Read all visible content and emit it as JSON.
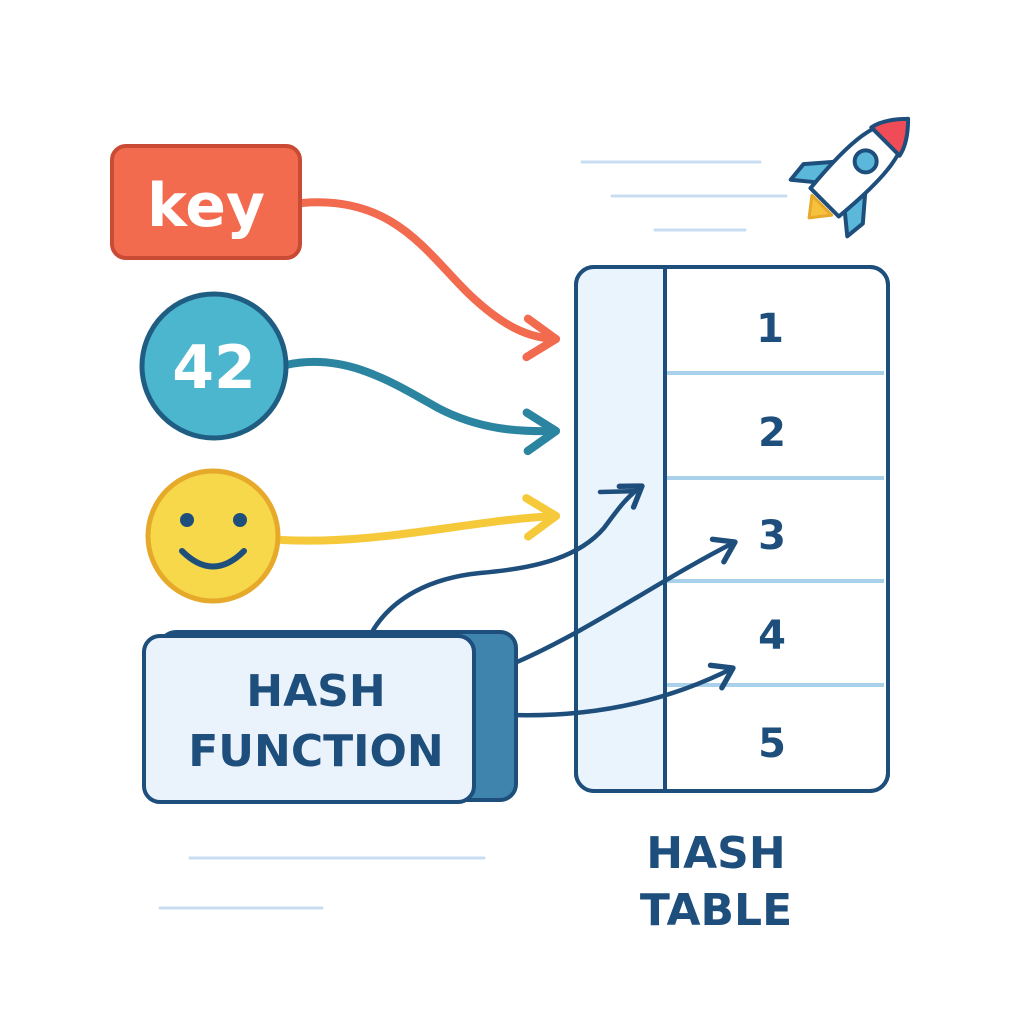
{
  "inputs": {
    "key": "key",
    "number": "42"
  },
  "hash_function": {
    "line1": "HASH",
    "line2": "FUNCTION"
  },
  "hash_table": {
    "rows": [
      "1",
      "2",
      "3",
      "4",
      "5"
    ],
    "caption_line1": "HASH",
    "caption_line2": "TABLE"
  },
  "colors": {
    "key_fill": "#F26B4F",
    "key_stroke": "#C94A35",
    "key_arrow": "#F26B4F",
    "number_fill": "#4DB6CF",
    "number_stroke": "#1F5E82",
    "number_arrow": "#2B84A0",
    "smiley_fill": "#F6D84A",
    "smiley_stroke": "#E6A92A",
    "smiley_arrow": "#F5C93A",
    "navy": "#1D4E7C",
    "table_index_fill": "#EAF4FC",
    "hash_box_fill": "#EAF3FC",
    "hash_box_shadow": "#3E84AD",
    "row_divider": "#A9D1EC",
    "speed_lines": "#C8DDF0",
    "rocket_red": "#EF4C58",
    "rocket_blue": "#5BB8DB",
    "rocket_flame": "#F6C13C"
  },
  "icons": {
    "smiley": "smiley-face-icon",
    "rocket": "rocket-icon"
  }
}
